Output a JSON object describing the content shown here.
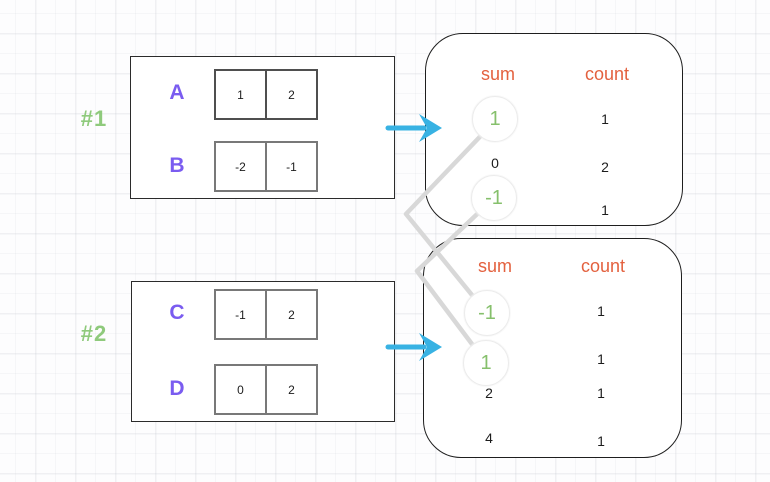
{
  "canvas": {
    "kind": "whiteboard-diagram",
    "grid": true
  },
  "colors": {
    "label_purple": "#7a5cf0",
    "tag_green": "#8fca7c",
    "sum_highlight_green": "#86c06c",
    "header_orange": "#e3613f",
    "arrow_blue": "#38b2e3",
    "connector_gray": "#d8d8d8"
  },
  "examples": [
    {
      "tag": "#1",
      "arrays": [
        {
          "name": "A",
          "values": [
            "1",
            "2"
          ]
        },
        {
          "name": "B",
          "values": [
            "-2",
            "-1"
          ]
        }
      ]
    },
    {
      "tag": "#2",
      "arrays": [
        {
          "name": "C",
          "values": [
            "-1",
            "2"
          ]
        },
        {
          "name": "D",
          "values": [
            "0",
            "2"
          ]
        }
      ]
    }
  ],
  "tables": [
    {
      "headers": {
        "sum": "sum",
        "count": "count"
      },
      "rows": [
        {
          "sum": "1",
          "count": "1",
          "highlighted": true
        },
        {
          "sum": "0",
          "count": "2",
          "highlighted": false
        },
        {
          "sum": "-1",
          "count": "1",
          "highlighted": true
        }
      ]
    },
    {
      "headers": {
        "sum": "sum",
        "count": "count"
      },
      "rows": [
        {
          "sum": "-1",
          "count": "1",
          "highlighted": true
        },
        {
          "sum": "1",
          "count": "1",
          "highlighted": true
        },
        {
          "sum": "2",
          "count": "1",
          "highlighted": false
        },
        {
          "sum": "4",
          "count": "1",
          "highlighted": false
        }
      ]
    }
  ],
  "connections": [
    {
      "from": "table1-sum-1",
      "to": "table2-sum--1"
    },
    {
      "from": "table1-sum--1",
      "to": "table2-sum-1"
    }
  ]
}
